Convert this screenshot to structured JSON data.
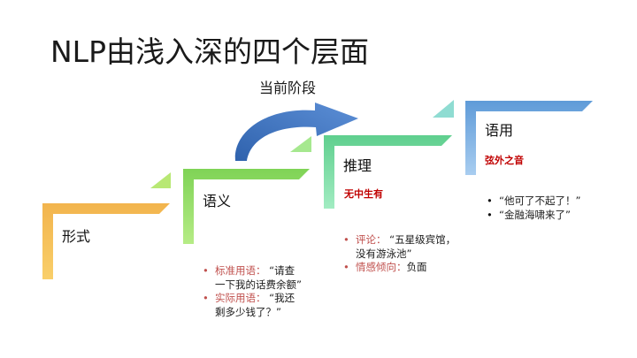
{
  "title": "NLP由浅入深的四个层面",
  "current_stage_label": "当前阶段",
  "steps": [
    {
      "label": "形式",
      "color": "#f5b93a"
    },
    {
      "label": "语义",
      "color": "#8fd95c"
    },
    {
      "label": "推理",
      "color": "#6fd49c",
      "sub": "无中生有"
    },
    {
      "label": "语用",
      "color": "#6fa7e0",
      "sub": "弦外之音"
    }
  ],
  "notes_semantics": [
    {
      "bullet": "•",
      "key": "标准用语",
      "sep": "：",
      "text_lines": [
        "“请查",
        "一下我的话费余额”"
      ]
    },
    {
      "bullet": "•",
      "key": "实际用语",
      "sep": "：",
      "text_lines": [
        "“我还",
        "剩多少钱了？”"
      ]
    }
  ],
  "notes_reasoning": [
    {
      "bullet": "•",
      "key": "评论",
      "sep": "：",
      "text_lines": [
        "“五星级宾馆，",
        "没有游泳池”"
      ]
    },
    {
      "bullet": "•",
      "key": "情感倾向",
      "sep": "：",
      "text_lines": [
        "负面"
      ]
    }
  ],
  "notes_pragmatics": [
    {
      "bullet": "•",
      "text": "“他可了不起了！”"
    },
    {
      "bullet": "•",
      "text": "“金融海啸来了”"
    }
  ]
}
